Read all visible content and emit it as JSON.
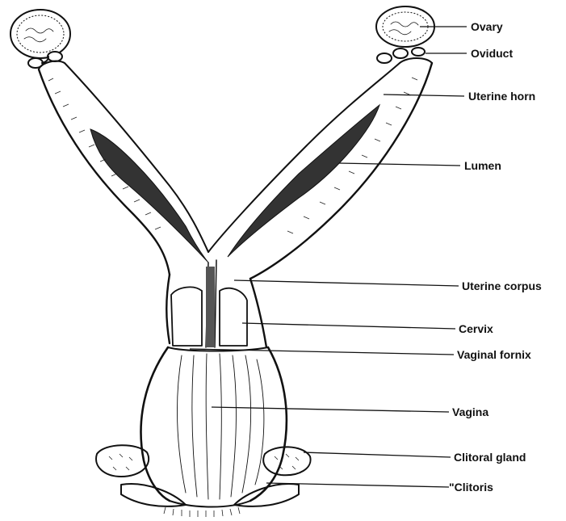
{
  "labels": {
    "ovary": "Ovary",
    "oviduct": "Oviduct",
    "uterine_horn": "Uterine horn",
    "lumen": "Lumen",
    "uterine_corpus": "Uterine corpus",
    "cervix": "Cervix",
    "vaginal_fornix": "Vaginal fornix",
    "vagina": "Vagina",
    "clitoral_gland": "Clitoral gland",
    "clitoris": "\"Clitoris"
  }
}
